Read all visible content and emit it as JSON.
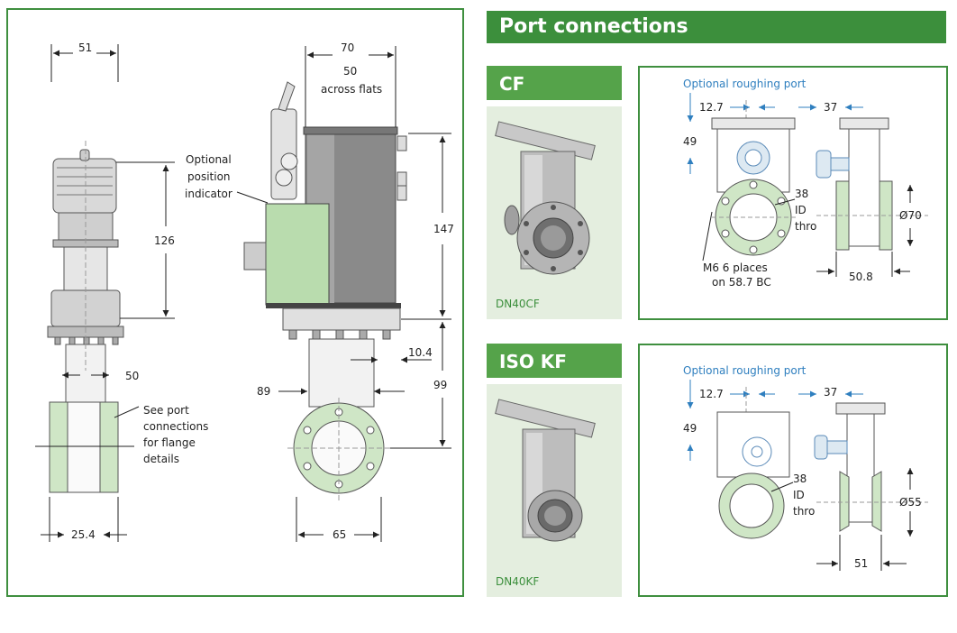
{
  "section_title": "Port connections",
  "left_drawing": {
    "dims": {
      "w51": "51",
      "w70": "70",
      "flats_value": "50",
      "flats_text": "across flats",
      "h126": "126",
      "h147": "147",
      "w50": "50",
      "w10_4": "10.4",
      "h89": "89",
      "h99": "99",
      "w25_4": "25.4",
      "w65": "65"
    },
    "notes": {
      "position_indicator": [
        "Optional",
        "position",
        "indicator"
      ],
      "see_port": [
        "See port",
        "connections",
        "for flange",
        "details"
      ]
    }
  },
  "cf": {
    "label": "CF",
    "photo_caption": "DN40CF",
    "optional_port": "Optional roughing port",
    "dims": {
      "d12_7": "12.7",
      "d37": "37",
      "d49": "49",
      "d38": "38",
      "id": "ID",
      "thro": "thro",
      "dia70": "Ø70",
      "d50_8": "50.8"
    },
    "bolt_note": [
      "M6 6 places",
      "on 58.7 BC"
    ]
  },
  "isokf": {
    "label": "ISO KF",
    "photo_caption": "DN40KF",
    "optional_port": "Optional roughing port",
    "dims": {
      "d12_7": "12.7",
      "d37": "37",
      "d49": "49",
      "d38": "38",
      "id": "ID",
      "thro": "thro",
      "dia55": "Ø55",
      "d51": "51"
    }
  },
  "colors": {
    "frame_green": "#3f8f3f",
    "header_green": "#3c8f3c",
    "flange_green": "#cfe6c6",
    "body_grey": "#8a8a8a",
    "arrow_blue": "#2f7fbf"
  }
}
